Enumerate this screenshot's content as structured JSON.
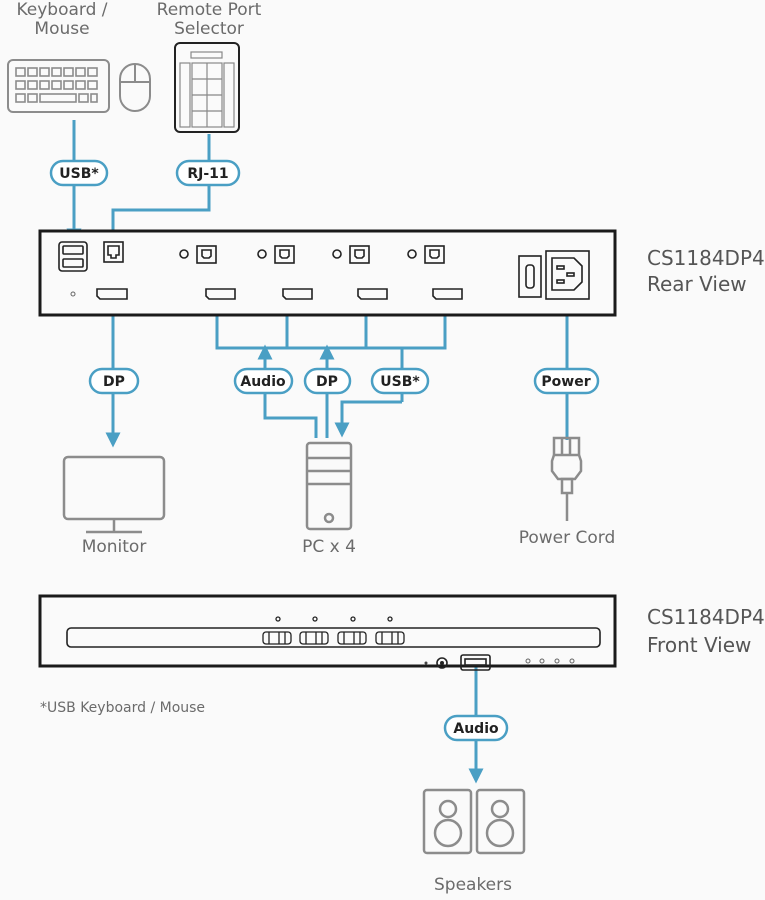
{
  "devices": {
    "keyboard_mouse": "Keyboard /",
    "keyboard_mouse_2": "Mouse",
    "remote_port": "Remote Port",
    "remote_port_2": "Selector",
    "monitor": "Monitor",
    "pc": "PC x 4",
    "power_cord": "Power Cord",
    "speakers": "Speakers"
  },
  "connectors": {
    "usb_top": "USB*",
    "rj11": "RJ-11",
    "dp_monitor": "DP",
    "audio_pc": "Audio",
    "dp_pc": "DP",
    "usb_pc": "USB*",
    "power": "Power",
    "audio_front": "Audio"
  },
  "views": {
    "rear_model": "CS1184DP4",
    "rear_label": "Rear View",
    "front_model": "CS1184DP4",
    "front_label": "Front View"
  },
  "footnote": "*USB Keyboard / Mouse",
  "colors": {
    "cable": "#4a9fc4",
    "device": "#8c8c8c",
    "unit": "#1a1a1a"
  }
}
